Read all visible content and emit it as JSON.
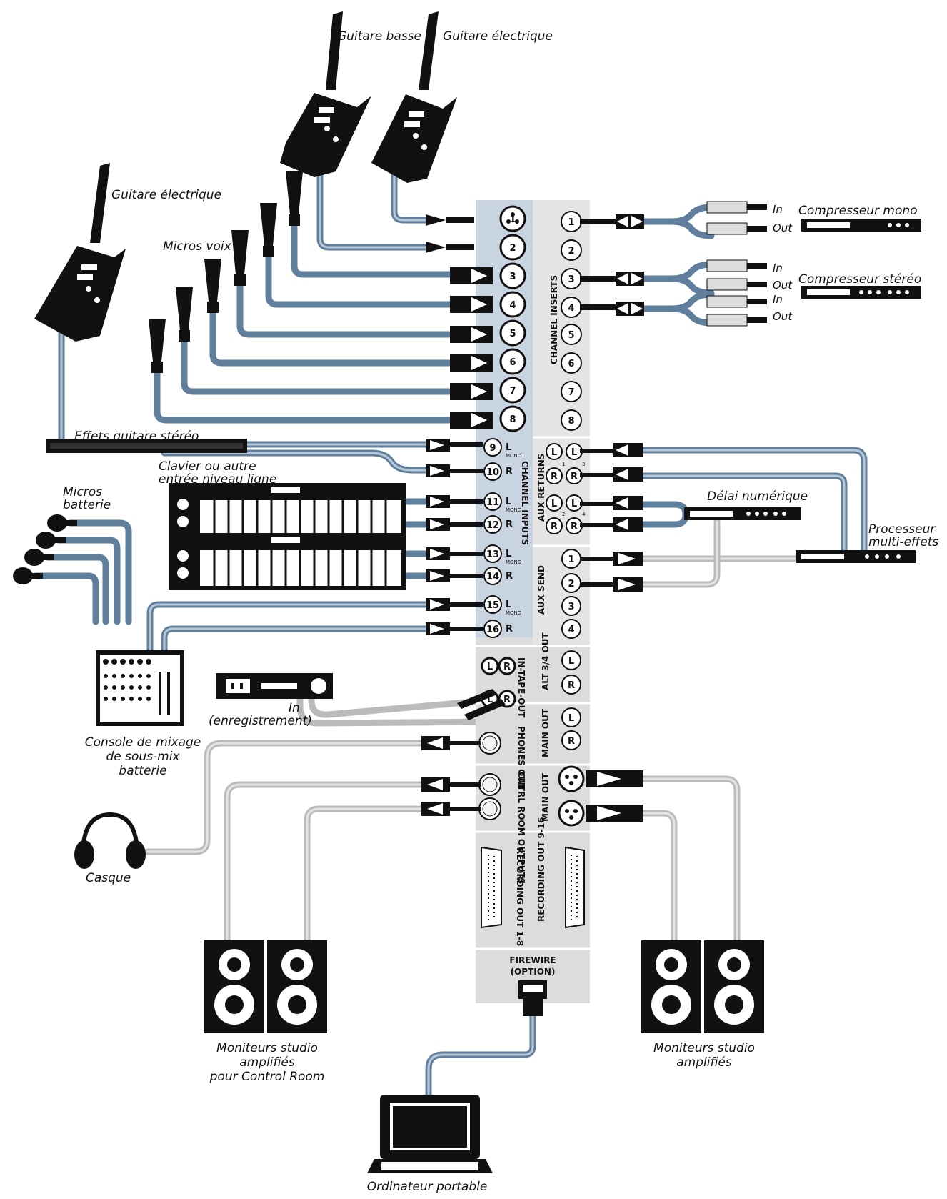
{
  "labels": {
    "guitare_basse": "Guitare basse",
    "guitare_electrique_top": "Guitare électrique",
    "guitare_electrique_left": "Guitare électrique",
    "micros_voix": "Micros voix",
    "effets_guitare": "Effets guitare stéréo",
    "clavier_line1": "Clavier ou autre",
    "clavier_line2": "entrée niveau ligne",
    "micros_batterie_1": "Micros",
    "micros_batterie_2": "batterie",
    "console_1": "Console de mixage",
    "console_2": "de sous-mix",
    "console_3": "batterie",
    "enregistrement_in": "In",
    "enregistrement": "(enregistrement)",
    "casque": "Casque",
    "moniteurs_cr_1": "Moniteurs studio",
    "moniteurs_cr_2": "amplifiés",
    "moniteurs_cr_3": "pour Control Room",
    "moniteurs_1": "Moniteurs studio",
    "moniteurs_2": "amplifiés",
    "ordinateur": "Ordinateur portable",
    "compresseur_mono": "Compresseur mono",
    "compresseur_stereo": "Compresseur stéréo",
    "delai": "Délai numérique",
    "processeur_1": "Processeur",
    "processeur_2": "multi-effets",
    "in": "In",
    "out": "Out"
  },
  "panel": {
    "channel_inserts": "CHANNEL INSERTS",
    "channel_inputs": "CHANNEL INPUTS",
    "aux_returns": "AUX RETURNS",
    "aux_send": "AUX SEND",
    "in_tape_out": "IN-TAPE-OUT",
    "alt_out": "ALT 3/4 OUT",
    "main_out_1": "MAIN OUT",
    "phones_out": "PHONES OUT",
    "ctrl_room": "CNTRL ROOM OUTPUTS",
    "main_out_2": "MAIN OUT",
    "recording_out_1": "RECORDING OUT 1-8",
    "recording_out_2": "RECORDING OUT 9-16",
    "firewire_1": "FIREWIRE",
    "firewire_2": "(OPTION)",
    "mono": "MONO",
    "L": "L",
    "R": "R",
    "mic_numbers": [
      "1",
      "2",
      "3",
      "4",
      "5",
      "6",
      "7",
      "8"
    ],
    "insert_numbers": [
      "1",
      "2",
      "3",
      "4",
      "5",
      "6",
      "7",
      "8"
    ],
    "line_numbers": [
      "9",
      "10",
      "11",
      "12",
      "13",
      "14",
      "15",
      "16"
    ],
    "aux_return_numbers": [
      "1",
      "2",
      "3",
      "4"
    ],
    "aux_send_numbers": [
      "1",
      "2",
      "3",
      "4"
    ]
  },
  "colors": {
    "panel_gray": "#e2e2e2",
    "panel_blue": "#c8d4e2",
    "cable_blue": "#5f7f9c",
    "cable_gray": "#bbbbbb",
    "ink": "#111111"
  }
}
